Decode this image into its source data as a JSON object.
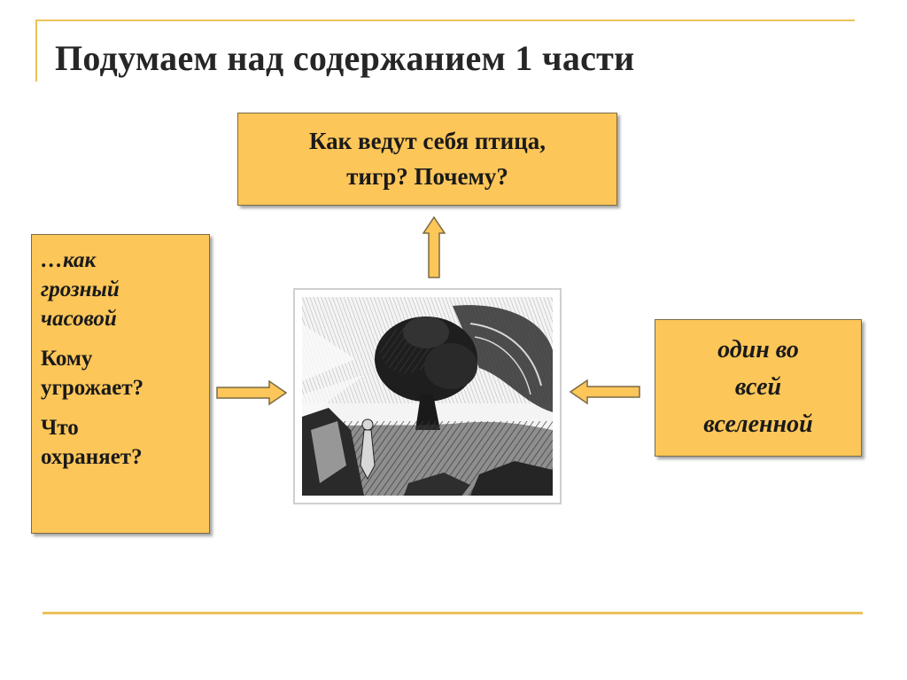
{
  "title": "Подумаем над содержанием 1 части",
  "box_top": {
    "line1": "Как ведут себя птица,",
    "line2": "тигр? Почему?"
  },
  "box_left": {
    "quote_line1": "…как",
    "quote_line2": "грозный",
    "quote_line3": "часовой",
    "question1_line1": "Кому",
    "question1_line2": "угрожает?",
    "question2_line1": "Что",
    "question2_line2": "охраняет?"
  },
  "box_right": {
    "line1": "один во",
    "line2": "всей",
    "line3": "вселенной"
  },
  "colors": {
    "box_fill": "#fdc659",
    "accent_rule": "#e9c25a",
    "title_text": "#262626"
  },
  "icons": {
    "arrow_up": "arrow-up-icon",
    "arrow_right": "arrow-right-icon",
    "arrow_left": "arrow-left-icon"
  }
}
